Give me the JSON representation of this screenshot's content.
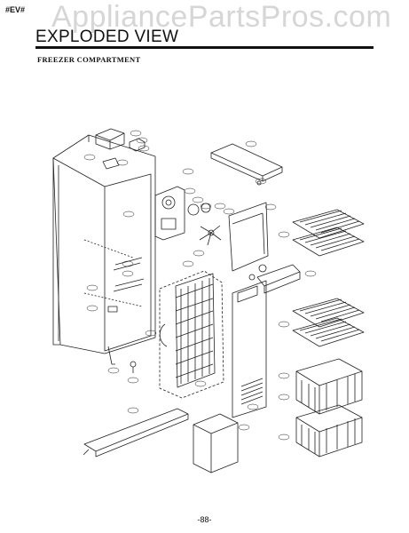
{
  "doc_code": "#EV#",
  "watermark": "AppliancePartsPros.com",
  "title": "EXPLODED VIEW",
  "section": "FREEZER COMPARTMENT",
  "page_number": "-88-"
}
